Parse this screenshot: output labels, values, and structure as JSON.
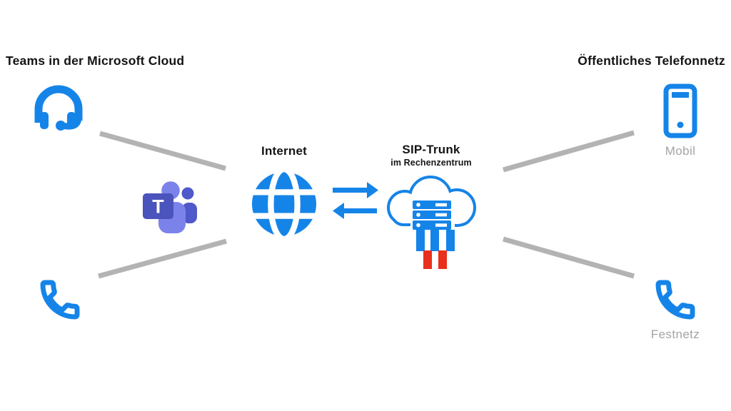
{
  "colors": {
    "accent": "#1584E8",
    "red": "#E8301C",
    "line-gray": "#B3B3B3",
    "label-gray": "#A3A3A3",
    "text-dark": "#141414",
    "teams-square": "#4B53BC",
    "teams-light": "#7B83EB",
    "teams-mid": "#5059C9",
    "bg": "#FFFFFF"
  },
  "sections": {
    "left": {
      "title": "Teams in der Microsoft Cloud",
      "icons": [
        "headset-icon",
        "microsoft-teams-logo",
        "phone-handset-icon"
      ]
    },
    "center": {
      "internet": {
        "label": "Internet",
        "icon": "globe-icon"
      },
      "exchange": {
        "icon": "transfer-arrows-icon"
      },
      "sip_trunk": {
        "label": "SIP-Trunk",
        "sublabel": "im Rechenzentrum",
        "icon": "cloud-datacenter-icon"
      }
    },
    "right": {
      "title": "Öffentliches Telefonnetz",
      "nodes": [
        {
          "label": "Mobil",
          "icon": "mobile-phone-icon"
        },
        {
          "label": "Festnetz",
          "icon": "phone-handset-icon"
        }
      ]
    }
  },
  "teams_logo": {
    "letter": "T"
  }
}
